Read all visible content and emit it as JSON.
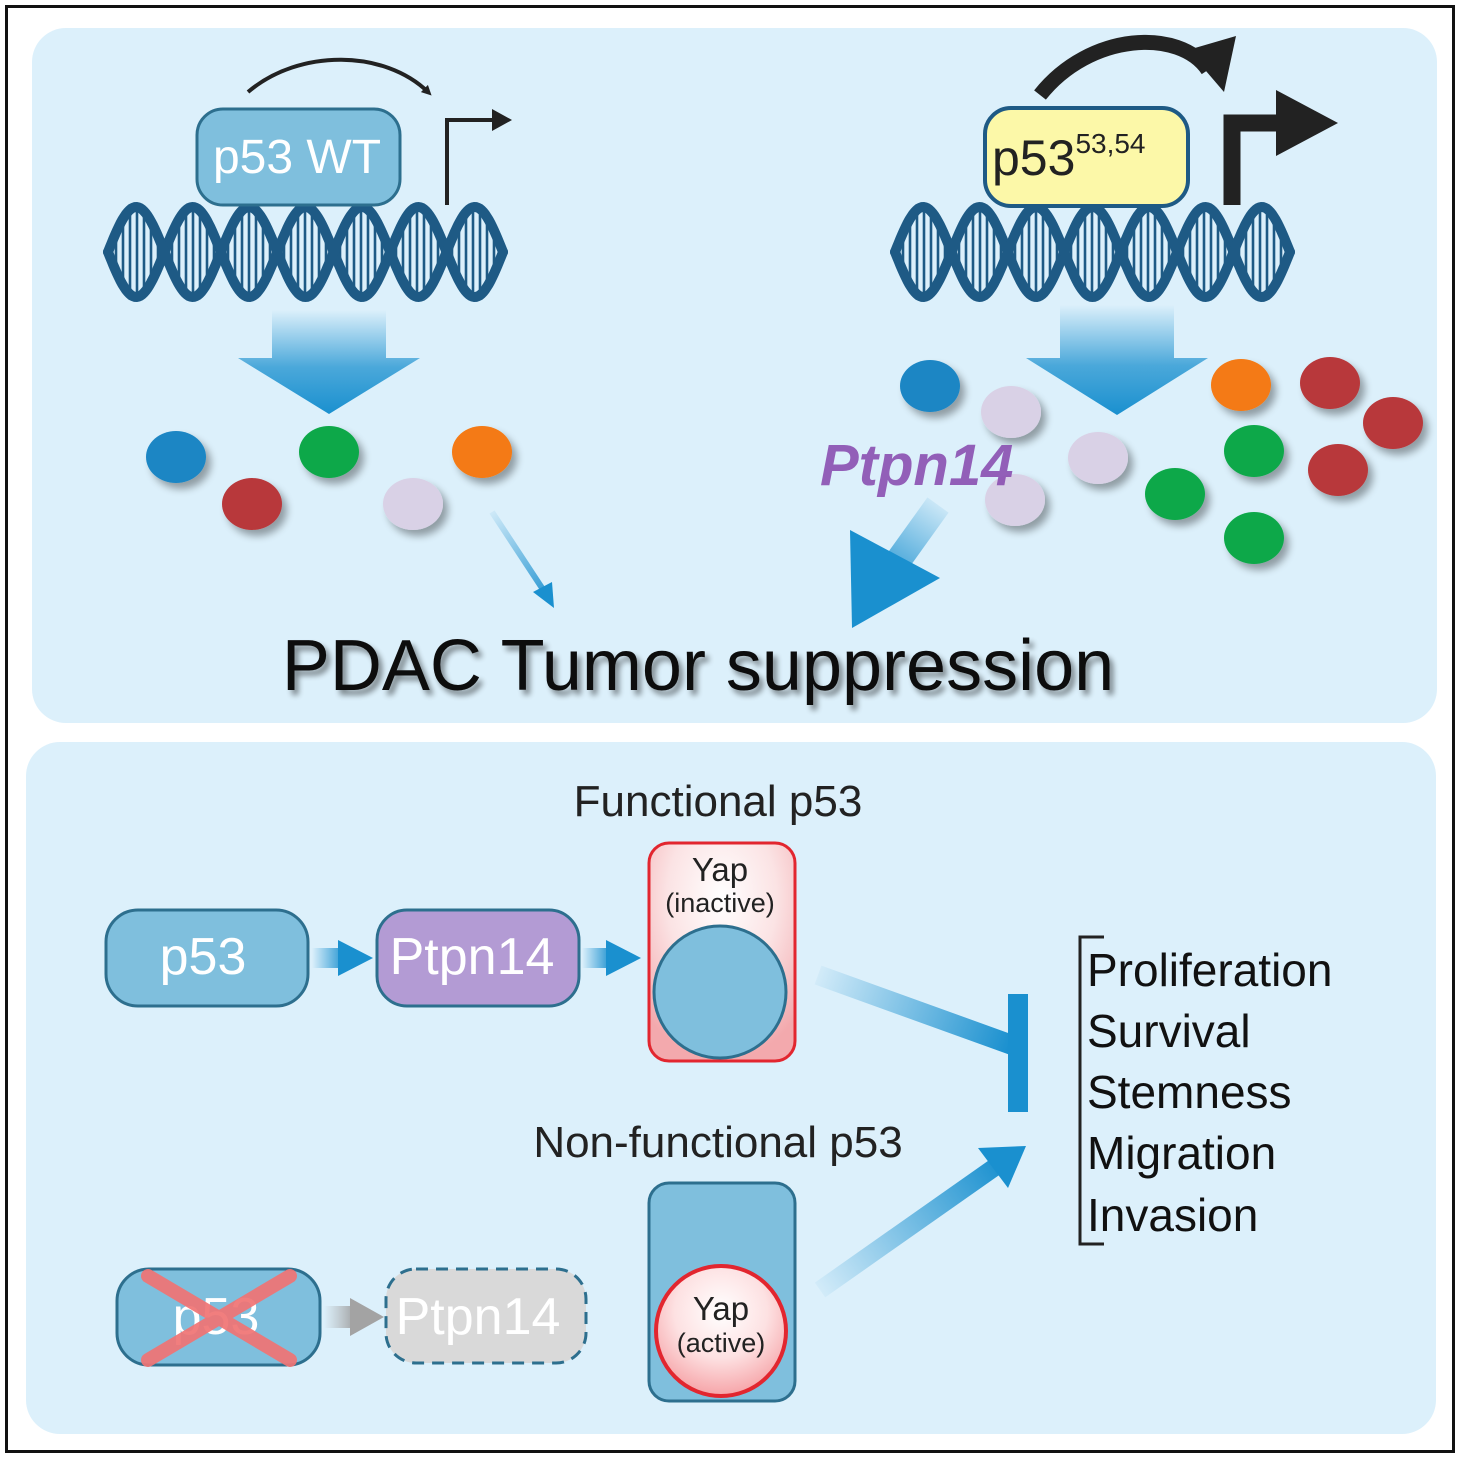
{
  "top_panel": {
    "left_label": "p53 WT",
    "right_label_base": "p53",
    "right_label_sup": "53,54",
    "gene_label": "Ptpn14",
    "outcome_label": "PDAC Tumor suppression"
  },
  "bottom_panel": {
    "functional_title": "Functional p53",
    "nonfunctional_title": "Non-functional p53",
    "p53_label": "p53",
    "ptpn14_label": "Ptpn14",
    "p53_crossed_label": "p53",
    "ptpn14_inactive_label": "Ptpn14",
    "yap_inactive_name": "Yap",
    "yap_inactive_state": "(inactive)",
    "yap_active_name": "Yap",
    "yap_active_state": "(active)",
    "outcomes": [
      "Proliferation",
      "Survival",
      "Stemness",
      "Migration",
      "Invasion"
    ]
  },
  "colors": {
    "panel_bg": "#dcf0fb",
    "box_blue": "#7fbfdd",
    "box_border": "#2d6f8e",
    "ptpn14_purple": "#b39bd4",
    "yellow_box": "#fcf8a8",
    "dna": "#1e5a85",
    "arrow_blue": "#1a90cf",
    "gene_purple": "#8a4fb0",
    "yap_red": "#e2262f"
  },
  "icons": [
    "dna-helix-icon",
    "transcription-start-arrow-icon",
    "cross-out-icon",
    "inhibition-bar-icon"
  ]
}
